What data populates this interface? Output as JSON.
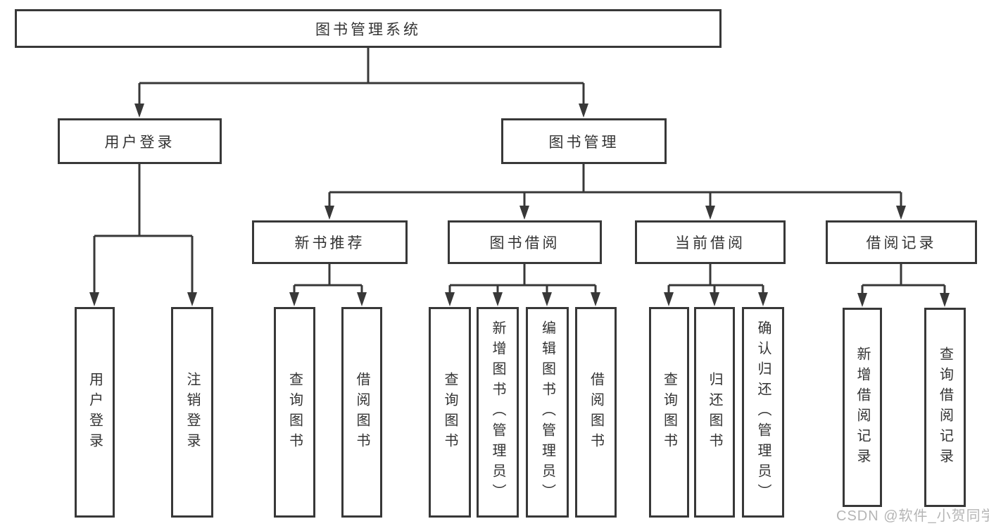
{
  "tree": {
    "root": {
      "label": "图书管理系统"
    },
    "children": [
      {
        "label": "用户登录",
        "children": [
          {
            "label": "用户登录"
          },
          {
            "label": "注销登录"
          }
        ]
      },
      {
        "label": "图书管理",
        "children": [
          {
            "label": "新书推荐",
            "children": [
              {
                "label": "查询图书"
              },
              {
                "label": "借阅图书"
              }
            ]
          },
          {
            "label": "图书借阅",
            "children": [
              {
                "label": "查询图书"
              },
              {
                "label": "新增图书（管理员）"
              },
              {
                "label": "编辑图书（管理员）"
              },
              {
                "label": "借阅图书"
              }
            ]
          },
          {
            "label": "当前借阅",
            "children": [
              {
                "label": "查询图书"
              },
              {
                "label": "归还图书"
              },
              {
                "label": "确认归还（管理员）"
              }
            ]
          },
          {
            "label": "借阅记录",
            "children": [
              {
                "label": "新增借阅记录"
              },
              {
                "label": "查询借阅记录"
              }
            ]
          }
        ]
      }
    ]
  },
  "watermark": {
    "text": "CSDN @软件_小贺同学"
  },
  "colors": {
    "line": "#383838",
    "text": "#333333",
    "watermark": "#b5b5b5",
    "background": "#ffffff"
  }
}
